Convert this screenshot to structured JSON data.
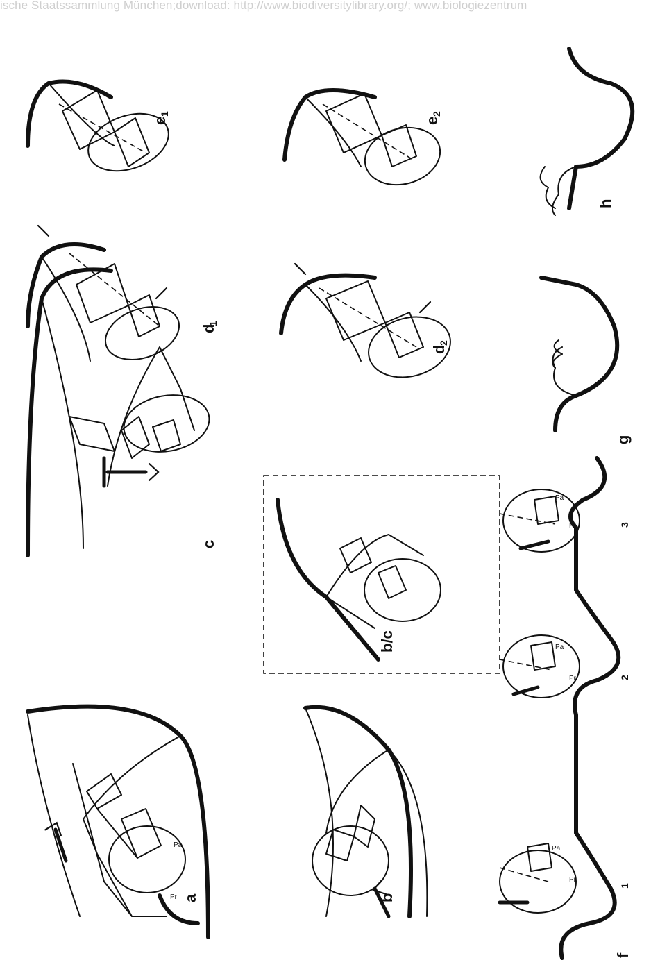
{
  "watermark": "ische Staatssammlung München;download: http://www.biodiversitylibrary.org/; www.biologiezentrum",
  "labels": {
    "a": "a",
    "b": "b",
    "c": "c",
    "bc": "b/c",
    "d1": "d",
    "d1_sub": "1",
    "d2": "d",
    "d2_sub": "2",
    "e1": "e",
    "e1_sub": "1",
    "e2": "e",
    "e2_sub": "2",
    "f": "f",
    "g": "g",
    "h": "h",
    "f1": "1",
    "f2": "2",
    "f3": "3",
    "pr": "Pr",
    "pa": "Pa"
  }
}
